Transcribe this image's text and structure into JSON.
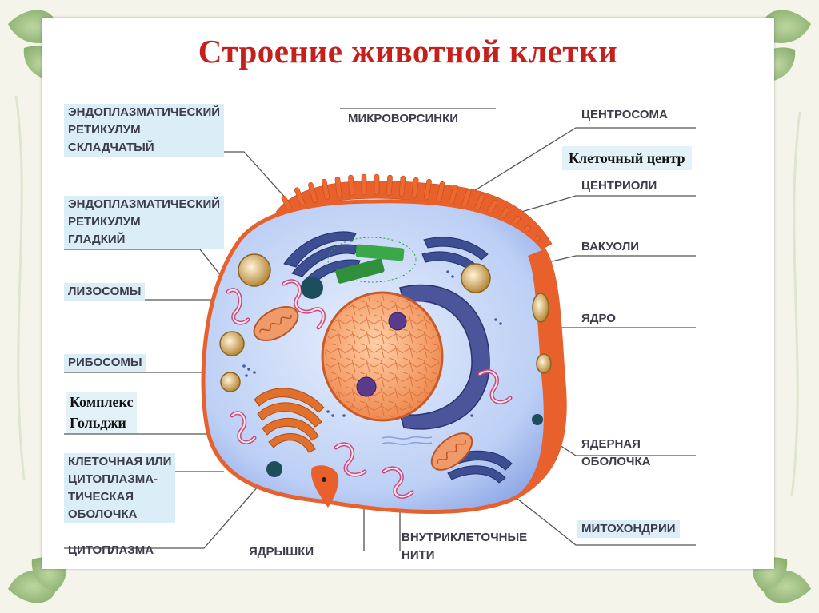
{
  "title": "Строение животной клетки",
  "labels": {
    "er_rough": [
      "ЭНДОПЛАЗМАТИЧЕСКИЙ",
      "РЕТИКУЛУМ",
      "СКЛАДЧАТЫЙ"
    ],
    "er_smooth": [
      "ЭНДОПЛАЗМАТИЧЕСКИЙ",
      "РЕТИКУЛУМ",
      "ГЛАДКИЙ"
    ],
    "lysosomes": "ЛИЗОСОМЫ",
    "ribosomes": "РИБОСОМЫ",
    "golgi": [
      "Комплекс",
      "Гольджи"
    ],
    "membrane": [
      "КЛЕТОЧНАЯ ИЛИ",
      "ЦИТОПЛАЗМА-",
      "ТИЧЕСКАЯ",
      "ОБОЛОЧКА"
    ],
    "cytoplasm": "ЦИТОПЛАЗМА",
    "microvilli": "МИКРОВОРСИНКИ",
    "centrosome": "ЦЕНТРОСОМА",
    "cell_center": "Клеточный центр",
    "centrioles": "ЦЕНТРИОЛИ",
    "vacuoles": "ВАКУОЛИ",
    "nucleus": "ЯДРО",
    "nuclear_envelope": [
      "ЯДЕРНАЯ",
      "ОБОЛОЧКА"
    ],
    "mitochondria": "МИТОХОНДРИИ",
    "filaments": [
      "ВНУТРИКЛЕТОЧНЫЕ",
      "НИТИ"
    ],
    "nucleoli": "ЯДРЫШКИ"
  },
  "colors": {
    "title": "#c4201c",
    "label_bg": "#dbeef7",
    "cytoplasm": "#c8d8f8",
    "membrane": "#e8602c",
    "nucleus": "#f6a070",
    "er_rough": "#3a4a8c",
    "golgi": "#e0702c",
    "centrosome": "#2f9a3c",
    "leader_line": "#555555"
  }
}
